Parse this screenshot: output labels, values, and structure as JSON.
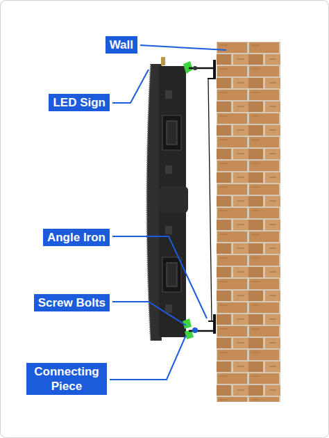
{
  "diagram": {
    "nodes": [
      {
        "text": [
          "Wall"
        ]
      },
      {
        "text": [
          "LED Sign"
        ]
      },
      {
        "text": [
          "Angle Iron"
        ]
      },
      {
        "text": [
          "Screw Bolts"
        ]
      },
      {
        "text": [
          "Connecting Piece"
        ]
      }
    ]
  }
}
